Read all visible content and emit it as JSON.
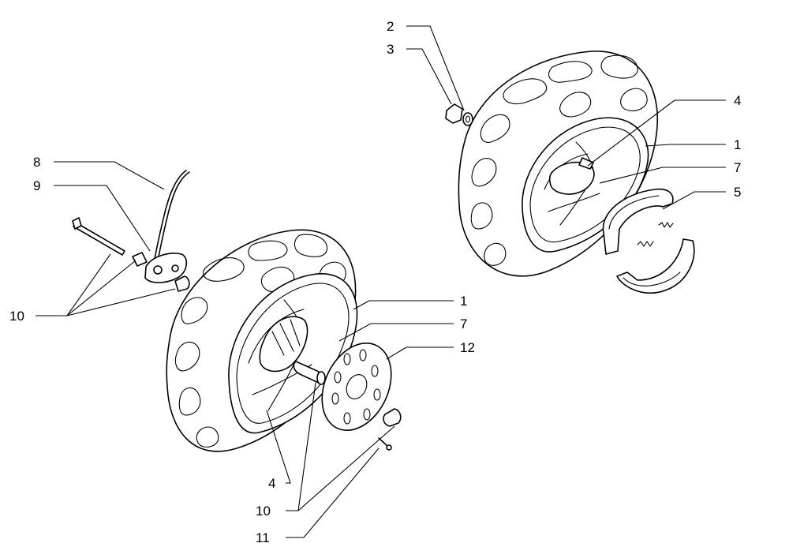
{
  "labels": {
    "right_wheel": {
      "l2": "2",
      "l3": "3",
      "l4": "4",
      "l1": "1",
      "l7": "7",
      "l5": "5"
    },
    "left_wheel": {
      "l8": "8",
      "l9": "9",
      "l10a": "10",
      "l1": "1",
      "l7": "7",
      "l12": "12",
      "l4": "4",
      "l10b": "10",
      "l11": "11"
    }
  }
}
